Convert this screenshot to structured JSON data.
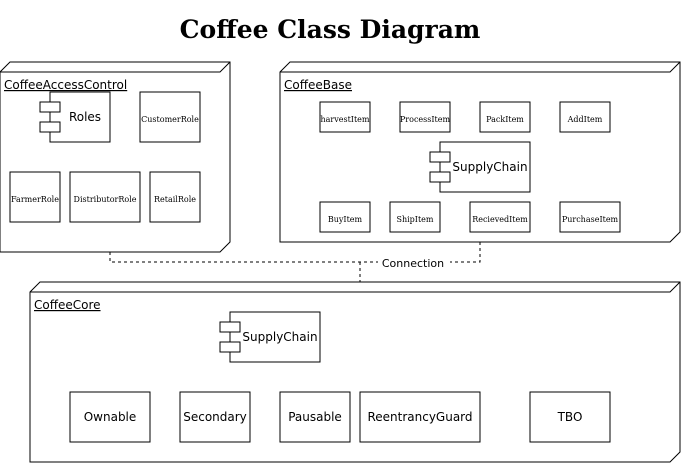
{
  "title": "Coffee Class Diagram",
  "nodes": {
    "access_control": {
      "name": "CoffeeAccessControl",
      "component": "Roles",
      "classes": [
        "CustomerRole",
        "FarmerRole",
        "DistributorRole",
        "RetailRole"
      ]
    },
    "base": {
      "name": "CoffeeBase",
      "component": "SupplyChain",
      "top_classes": [
        "harvestItem",
        "ProcessItem",
        "PackItem",
        "AddItem"
      ],
      "bottom_classes": [
        "BuyItem",
        "ShipItem",
        "RecievedItem",
        "PurchaseItem"
      ]
    },
    "core": {
      "name": "CoffeeCore",
      "component": "SupplyChain",
      "classes": [
        "Ownable",
        "Secondary",
        "Pausable",
        "ReentrancyGuard",
        "TBO"
      ]
    }
  },
  "connection_label": "Connection"
}
